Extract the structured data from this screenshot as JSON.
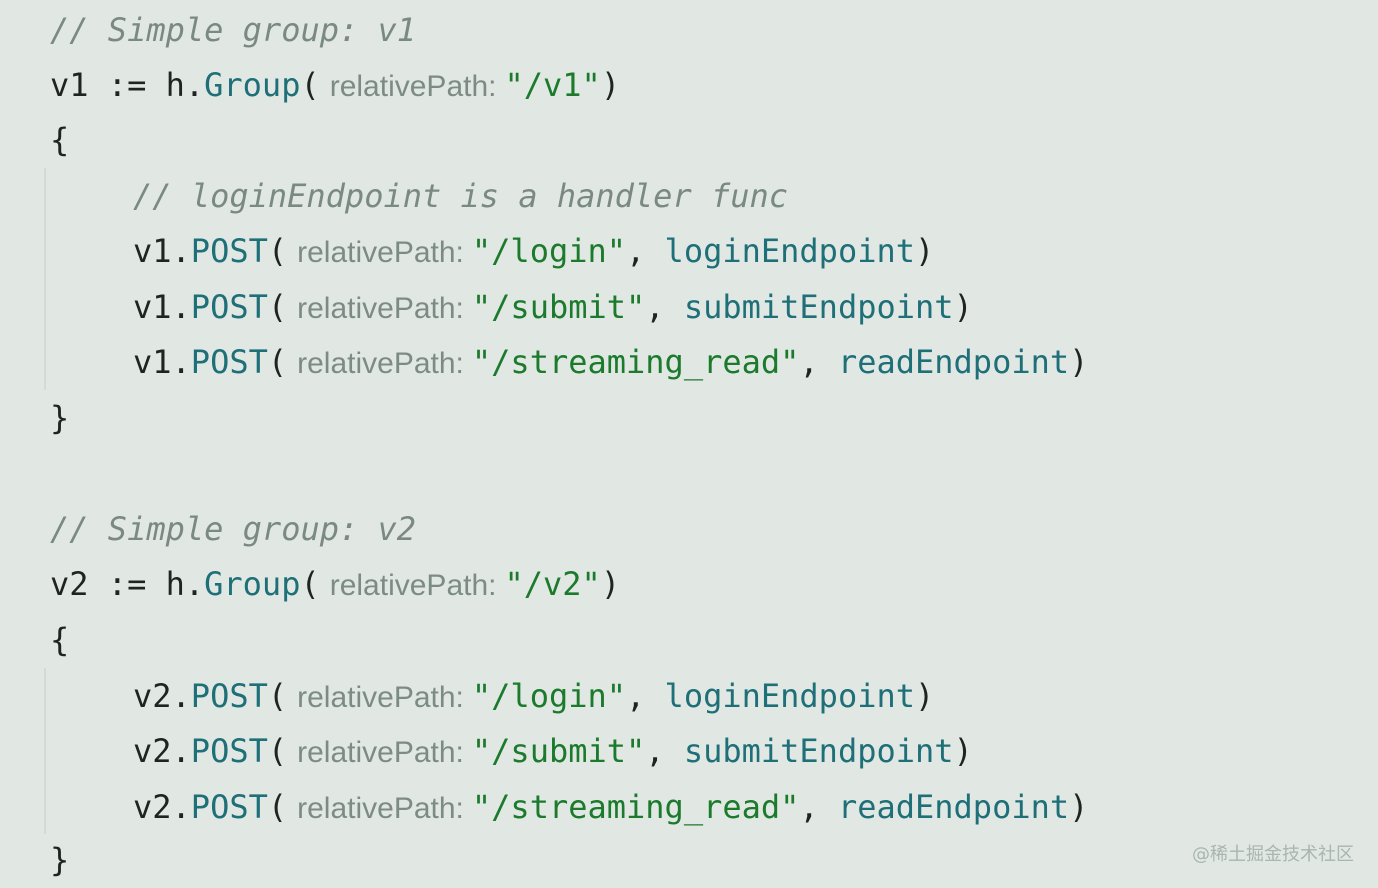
{
  "code": {
    "block1": {
      "comment": "// Simple group: v1",
      "decl": {
        "var": "v1 := h.",
        "fn": "Group",
        "open": "(",
        "param": "relativePath:",
        "path": "\"/v1\"",
        "close": ")"
      },
      "open_brace": "{",
      "inner_comment": "// loginEndpoint is a handler func",
      "calls": [
        {
          "obj": "v1.",
          "method": "POST",
          "open": "(",
          "param": "relativePath:",
          "path": "\"/login\"",
          "sep": ", ",
          "handler": "loginEndpoint",
          "close": ")"
        },
        {
          "obj": "v1.",
          "method": "POST",
          "open": "(",
          "param": "relativePath:",
          "path": "\"/submit\"",
          "sep": ", ",
          "handler": "submitEndpoint",
          "close": ")"
        },
        {
          "obj": "v1.",
          "method": "POST",
          "open": "(",
          "param": "relativePath:",
          "path": "\"/streaming_read\"",
          "sep": ", ",
          "handler": "readEndpoint",
          "close": ")"
        }
      ],
      "close_brace": "}"
    },
    "block2": {
      "comment": "// Simple group: v2",
      "decl": {
        "var": "v2 := h.",
        "fn": "Group",
        "open": "(",
        "param": "relativePath:",
        "path": "\"/v2\"",
        "close": ")"
      },
      "open_brace": "{",
      "calls": [
        {
          "obj": "v2.",
          "method": "POST",
          "open": "(",
          "param": "relativePath:",
          "path": "\"/login\"",
          "sep": ", ",
          "handler": "loginEndpoint",
          "close": ")"
        },
        {
          "obj": "v2.",
          "method": "POST",
          "open": "(",
          "param": "relativePath:",
          "path": "\"/submit\"",
          "sep": ", ",
          "handler": "submitEndpoint",
          "close": ")"
        },
        {
          "obj": "v2.",
          "method": "POST",
          "open": "(",
          "param": "relativePath:",
          "path": "\"/streaming_read\"",
          "sep": ", ",
          "handler": "readEndpoint",
          "close": ")"
        }
      ],
      "close_brace": "}"
    }
  },
  "watermark": "@稀土掘金技术社区",
  "colors": {
    "background": "#e1e8e3",
    "text": "#1f2421",
    "comment": "#7a8a80",
    "function": "#1f6f78",
    "string": "#1c7a2d",
    "param_hint": "#7d8c83"
  }
}
